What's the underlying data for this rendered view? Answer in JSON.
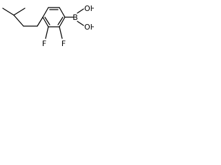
{
  "molecule": {
    "labels": {
      "boronic_oh_top": "OH",
      "boron": "B",
      "boronic_oh_bottom": "OH",
      "fluorine_left": "F",
      "fluorine_right": "F"
    }
  }
}
